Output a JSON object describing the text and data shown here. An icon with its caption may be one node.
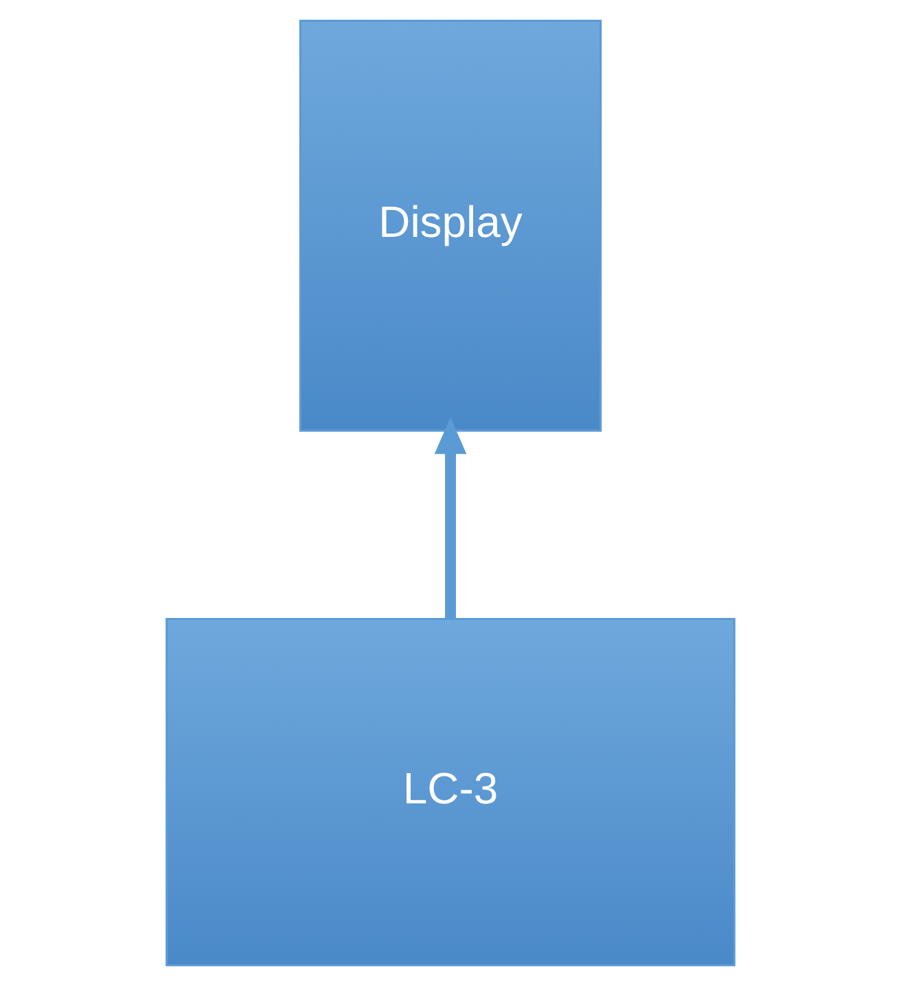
{
  "diagram": {
    "nodes": [
      {
        "text": [
          "Display"
        ]
      },
      {
        "text": [
          "LC-3"
        ]
      }
    ],
    "edges": [
      {
        "from": 1,
        "to": 0,
        "arrow": "to"
      }
    ]
  }
}
